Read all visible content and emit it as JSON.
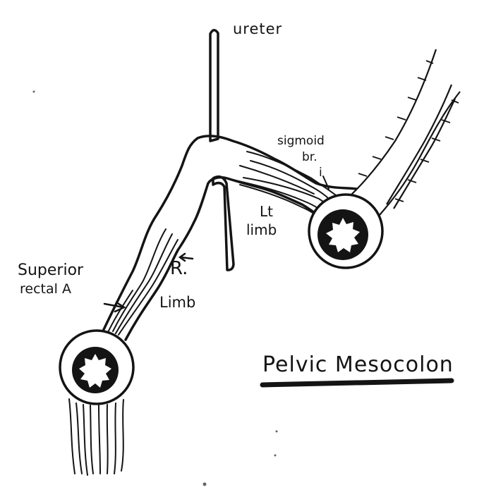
{
  "labels": {
    "ureter": "ureter",
    "sigmoid_line1": "sigmoid",
    "sigmoid_line2": "br.",
    "sigmoid_line3": "i",
    "left_limb_line1": "Lt",
    "left_limb_line2": "limb",
    "superior_rectal_line1": "Superior",
    "superior_rectal_line2": "rectal A",
    "right_limb_line1": "R.",
    "right_limb_line2": "Limb"
  },
  "title": "Pelvic Mesocolon",
  "colors": {
    "ink": "#141414",
    "background": "#ffffff",
    "lumen": "#ffffff"
  }
}
